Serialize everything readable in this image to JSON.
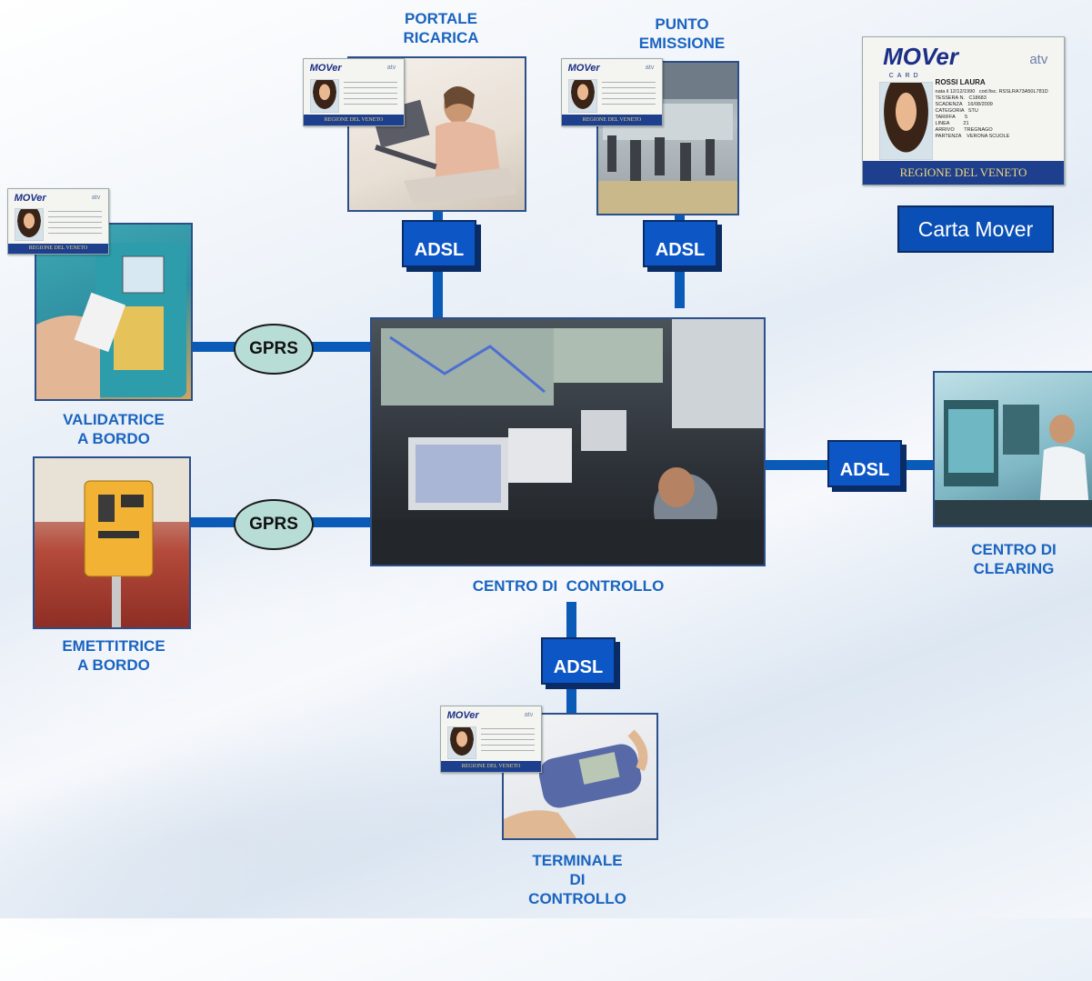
{
  "labels": {
    "portale": "PORTALE\nRICARICA",
    "punto": "PUNTO\nEMISSIONE",
    "validatrice": "VALIDATRICE\nA BORDO",
    "emettitrice": "EMETTITRICE\nA BORDO",
    "centro_controllo": "CENTRO DI  CONTROLLO",
    "centro_clearing": "CENTRO DI\nCLEARING",
    "terminale": "TERMINALE\nDI\nCONTROLLO"
  },
  "connections": {
    "adsl": "ADSL",
    "gprs": "GPRS"
  },
  "card": {
    "logo": "MOVer",
    "sublogo": "CARD",
    "operator": "atv",
    "region": "REGIONE DEL VENETO",
    "holder": "ROSSI LAURA",
    "details": "nata il 12/12/1990   cod.fisc. RSSLRA73A50L781D\nTESSERA N.   C18683\nSCADENZA    16/08/2009\nCATEGORIA   STU\nTARIFFA       5\nLINEA          21\nARRIVO       TREGNAGO\nPARTENZA    VERONA SCUOLE"
  },
  "carta_mover_button": "Carta Mover",
  "colors": {
    "line": "#0a5ab8",
    "label": "#1a64c0",
    "adsl_fill": "#0d56c5",
    "gprs_fill": "#b7ddd6"
  }
}
